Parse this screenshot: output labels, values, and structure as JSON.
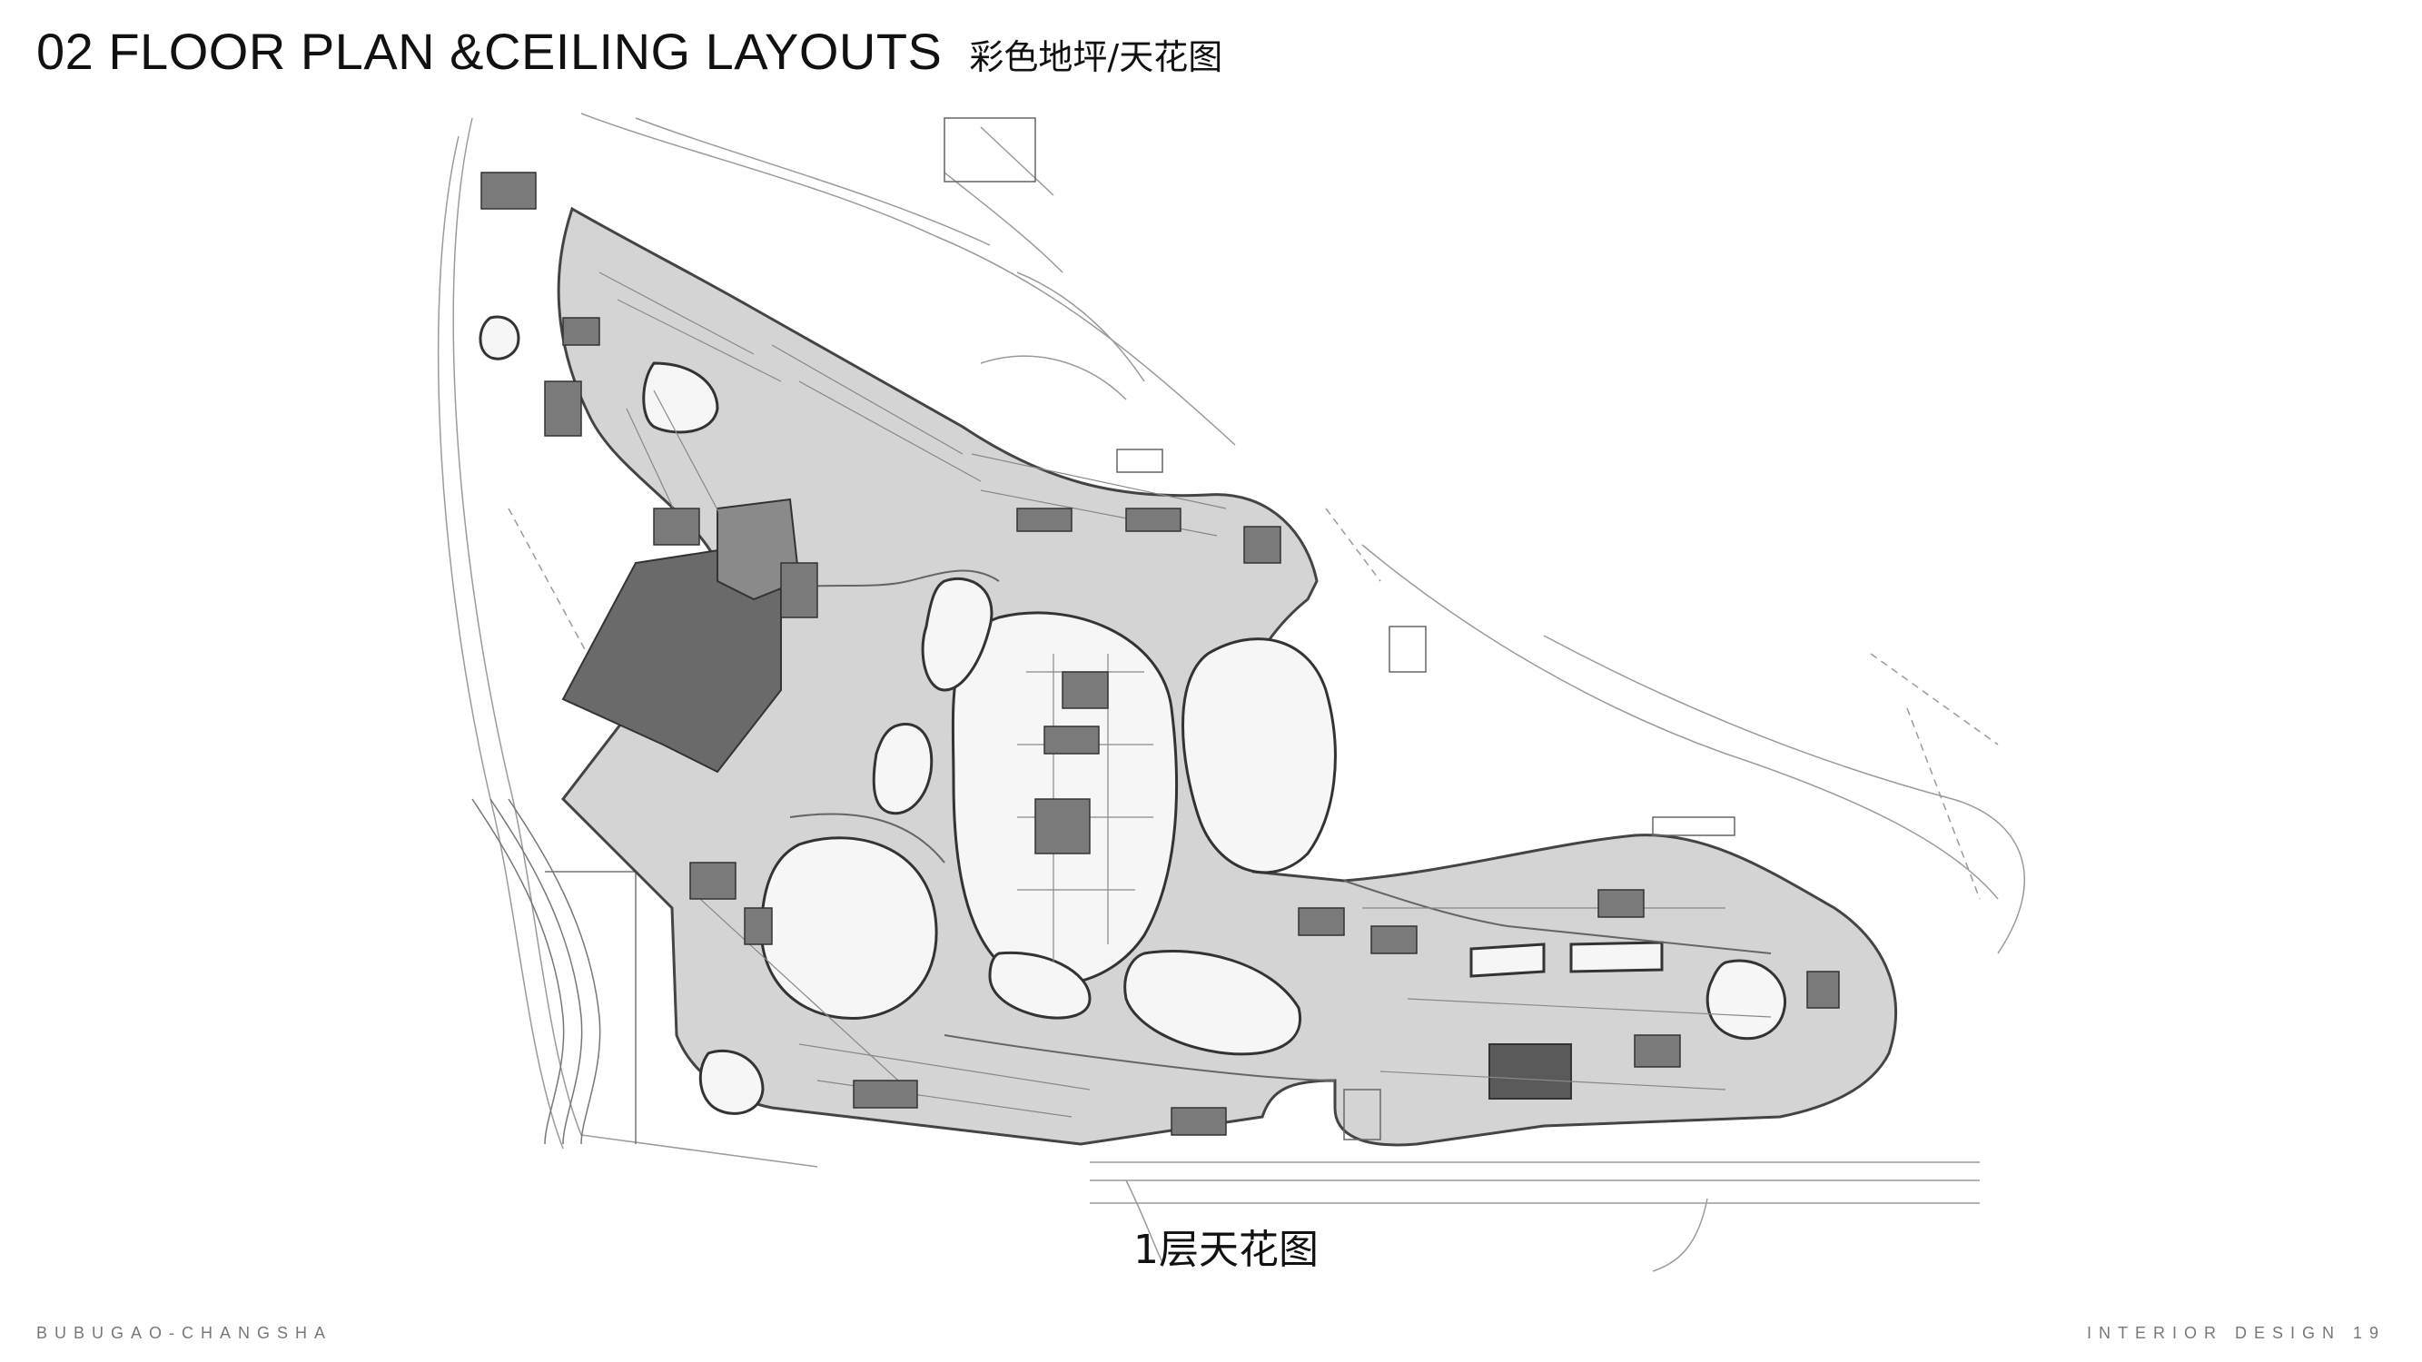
{
  "header": {
    "title": "02  FLOOR PLAN &CEILING LAYOUTS",
    "subtitle": "彩色地坪/天花图"
  },
  "plan": {
    "caption": "1层天花图"
  },
  "footer": {
    "left": "BUBUGAO-CHANGSHA",
    "right": "INTERIOR DESIGN 19"
  },
  "colors": {
    "floor_fill": "#d4d4d4",
    "dark_zone": "#6a6a6a",
    "atrium_fill": "#f6f6f6",
    "line": "#555555",
    "site_line": "#9a9a9a"
  }
}
